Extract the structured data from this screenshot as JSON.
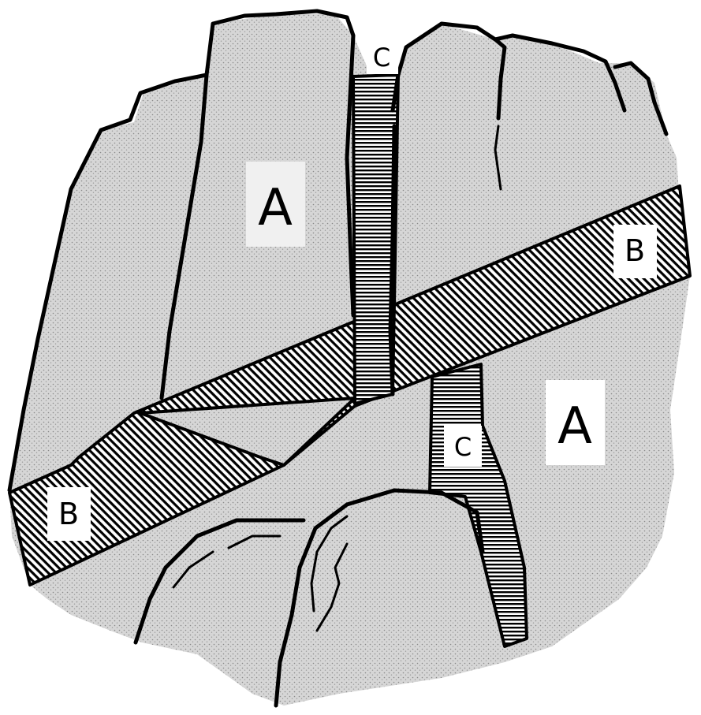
{
  "colors": {
    "rock_fill": "#d6d6d6",
    "stipple": "#9a9a9a",
    "outline": "#000000",
    "label_box": "#ffffff",
    "label_box_light": "#f0f0f0"
  },
  "icons": {
    "unit_a": "stippled-rock-icon",
    "unit_b": "diagonal-hatch-dike-icon",
    "unit_c": "horizontal-hatch-dike-icon"
  },
  "labels": {
    "a_top": "A",
    "a_right": "A",
    "b_right": "B",
    "b_left": "B",
    "c_top": "C",
    "c_lower": "C"
  }
}
